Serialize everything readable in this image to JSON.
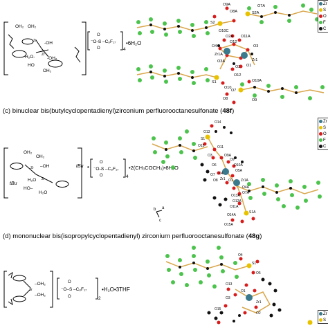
{
  "captions": {
    "c": {
      "prefix": "(c) binuclear bis(butylcyclopentadienyl)zirconium perfluorooctanesulfonate (",
      "num": "48f",
      "suffix": ")"
    },
    "d": {
      "prefix": "(d) mononuclear bis(isopropylcyclopentadienyl) zirconium perfluorooctanesulfonate (",
      "num": "48g",
      "suffix": ")"
    }
  },
  "panel_top": {
    "water_label": "•6H₂O",
    "subscript": "4",
    "atom_labels": {
      "o9a": "O9A",
      "o7a": "O7A",
      "s2a": "S2A",
      "o8a": "O8A",
      "s2": "S2",
      "o10c": "O10C",
      "o2a": "O2A",
      "o11a": "O11A",
      "o4": "O4",
      "o12": "O12",
      "o3": "O3",
      "o3a": "O3A",
      "o2": "O2",
      "o1": "O1",
      "o12b": "O12",
      "s1": "S1",
      "o10": "O10",
      "o7": "O7",
      "o8": "O8",
      "o9": "O9",
      "o10a": "O10A",
      "zr1": "Zr1",
      "zr1a": "Zr1A"
    }
  },
  "panel_mid": {
    "tbu1": "tBu",
    "tbu2": "tBu",
    "solvent": "•2(CH₃COCH₃)•8H₂O",
    "subscript": "4",
    "atom_labels": {
      "o14": "O14",
      "o13": "O13",
      "s1": "S1",
      "o15": "O15",
      "o11": "O11",
      "o3": "O3",
      "o9a": "O9A",
      "o9": "O9",
      "o10a": "O10A",
      "o5a": "O5A",
      "o4": "O4",
      "zr1": "Zr1",
      "zr1a": "Zr1A",
      "o4a": "O4A",
      "o13a": "O13A",
      "o12a": "O12A",
      "o11a": "O11A",
      "o14a": "O14A",
      "o15a": "O15A",
      "s1a": "S1A",
      "o6": "O6",
      "o7": "O7",
      "o7a": "O7A",
      "o8": "O8",
      "o1": "O1",
      "ax_a": "a",
      "ax_b": "b",
      "ax_c": "c"
    }
  },
  "panel_bot": {
    "solvent": "•H₂O•3THF",
    "subscript": "2",
    "atom_labels": {
      "o4": "O4",
      "s1": "S1",
      "o5": "O5",
      "o13": "O13",
      "o1": "O1",
      "o3": "O3",
      "o2": "O2",
      "zr1": "Zr1",
      "o15": "O15"
    }
  },
  "legend": [
    "Zr",
    "S",
    "O",
    "F",
    "C"
  ],
  "colors": {
    "zr": "#3a7a8c",
    "s": "#e8c200",
    "o": "#d81b1b",
    "f": "#4cc34c",
    "c": "#111111",
    "bond": "#d9a64a"
  }
}
